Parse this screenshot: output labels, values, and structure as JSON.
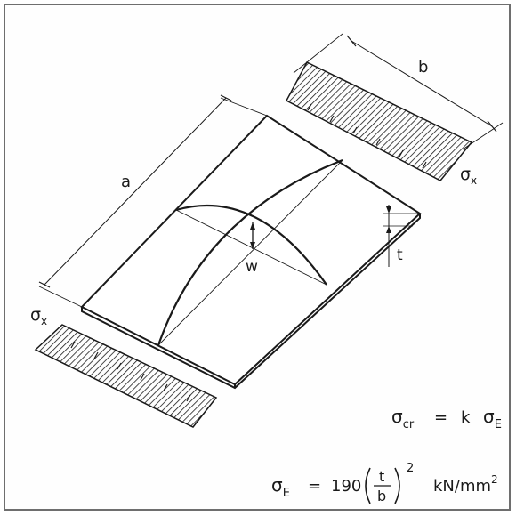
{
  "diagram": {
    "labels": {
      "length": "a",
      "width": "b",
      "deflection": "w",
      "thickness": "t",
      "stress_symbol": "σ",
      "stress_subscript": "x"
    },
    "formulas": {
      "critical": {
        "lhs_symbol": "σ",
        "lhs_subscript": "cr",
        "equals": "=",
        "k": "k",
        "rhs_symbol": "σ",
        "rhs_subscript": "E"
      },
      "euler": {
        "lhs_symbol": "σ",
        "lhs_subscript": "E",
        "equals": "=",
        "coefficient": "190",
        "numerator": "t",
        "denominator": "b",
        "exponent": "2",
        "unit": "kN/mm",
        "unit_exponent": "2"
      }
    }
  }
}
